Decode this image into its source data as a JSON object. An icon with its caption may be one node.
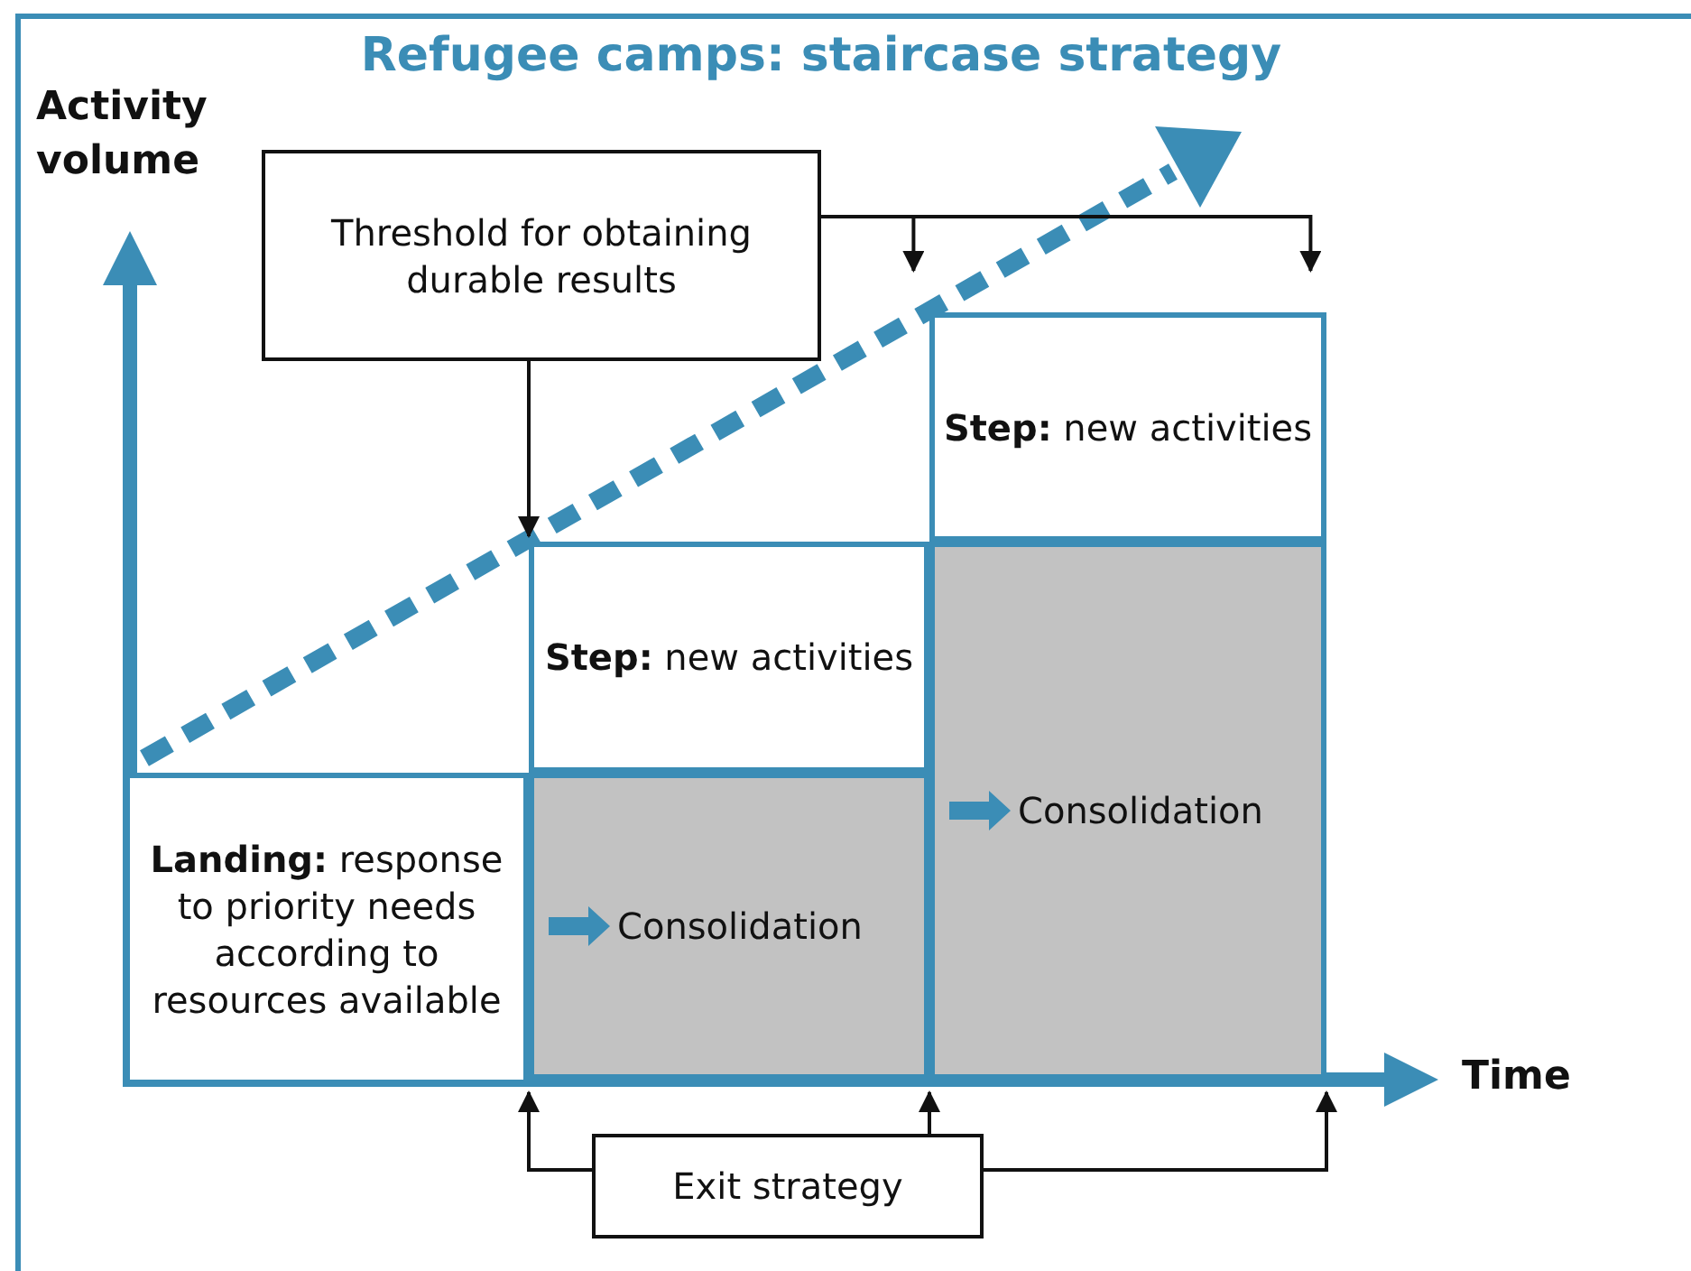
{
  "diagram": {
    "title": "Refugee camps: staircase strategy",
    "nodes": [
      {
        "text": [
          "Threshold for obtaining durable results"
        ]
      },
      {
        "text": [
          "**Landing:** response to priority needs according to resources available"
        ]
      },
      {
        "text": [
          "**Step:** new activities"
        ]
      },
      {
        "text": [
          "Consolidation"
        ]
      },
      {
        "text": [
          "**Step:** new activities"
        ]
      },
      {
        "text": [
          "Consolidation"
        ]
      },
      {
        "text": [
          "Exit strategy"
        ]
      }
    ],
    "edges": [
      {
        "from": 0,
        "to": 2,
        "arrow": "to"
      },
      {
        "from": 0,
        "to": 4,
        "arrow": "to"
      },
      {
        "from": 0,
        "to": 4,
        "arrow": "to"
      },
      {
        "from": 6,
        "to": 1,
        "arrow": "to"
      },
      {
        "from": 6,
        "to": 3,
        "arrow": "to"
      },
      {
        "from": 6,
        "to": 5,
        "arrow": "to"
      }
    ],
    "labels": [
      "Activity volume",
      "Time"
    ]
  }
}
